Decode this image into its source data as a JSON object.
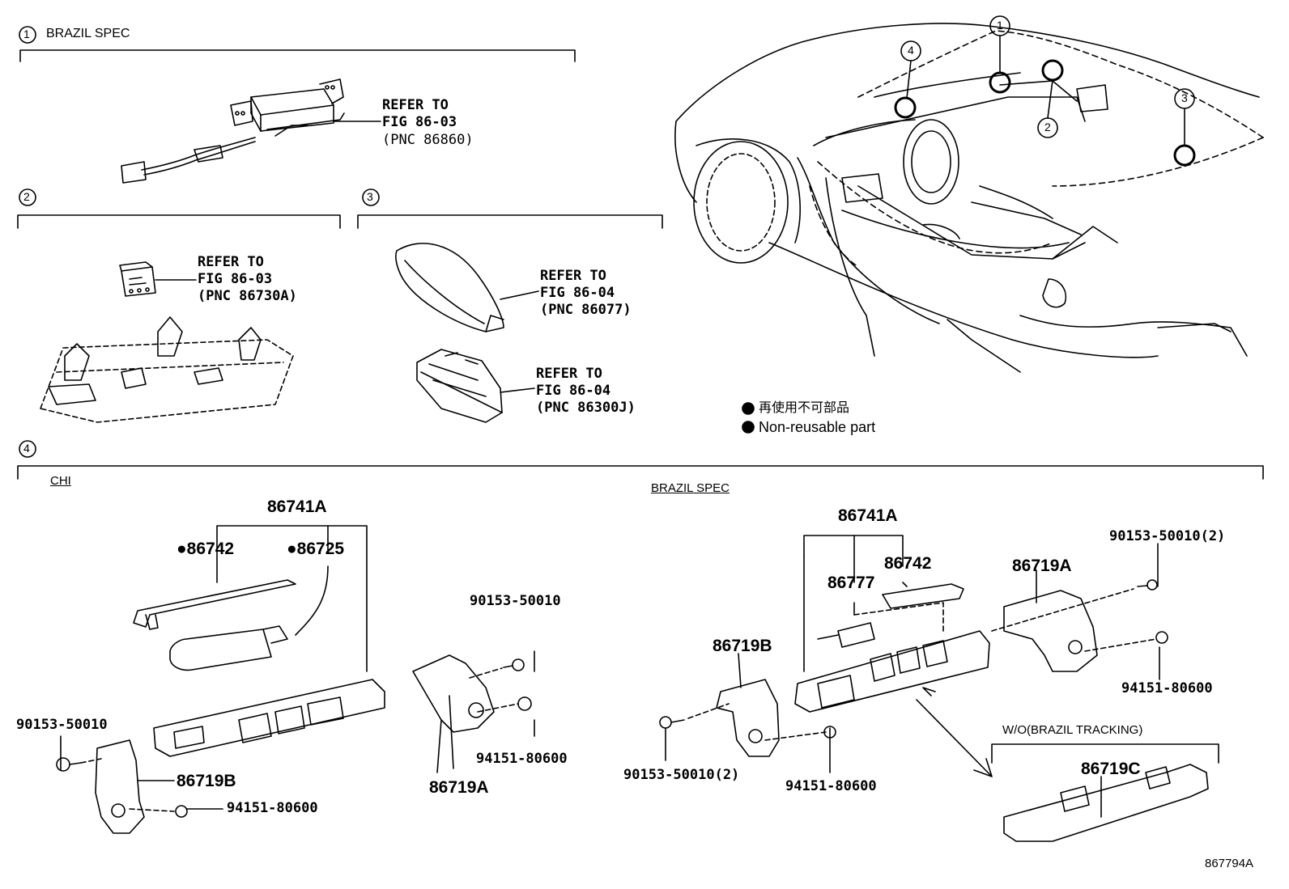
{
  "sections": {
    "s1": {
      "num": "1",
      "title": "BRAZIL SPEC"
    },
    "s2": {
      "num": "2"
    },
    "s3": {
      "num": "3"
    },
    "s4": {
      "num": "4",
      "sub_left": "CHI",
      "sub_right": "BRAZIL SPEC"
    }
  },
  "refs": {
    "r1": {
      "line1": "REFER TO",
      "line2": "FIG 86-03",
      "line3": "(PNC 86860)"
    },
    "r2": {
      "line1": "REFER TO",
      "line2": "FIG 86-03",
      "line3": "(PNC 86730A)"
    },
    "r3a": {
      "line1": "REFER TO",
      "line2": "FIG 86-04",
      "line3": "(PNC 86077)"
    },
    "r3b": {
      "line1": "REFER TO",
      "line2": "FIG 86-04",
      "line3": "(PNC 86300J)"
    }
  },
  "legend": {
    "japanese": "再使用不可部品",
    "english": "Non-reusable part"
  },
  "callouts": [
    "1",
    "2",
    "3",
    "4"
  ],
  "parts_left": {
    "p86741A": "86741A",
    "p86742": "●86742",
    "p86725": "●86725",
    "p90153_top": "90153-50010",
    "p90153_left": "90153-50010",
    "p86719B": "86719B",
    "p94151_left": "94151-80600",
    "p94151_mid": "94151-80600",
    "p86719A": "86719A"
  },
  "parts_right": {
    "p86741A": "86741A",
    "p86742": "86742",
    "p86777": "86777",
    "p86719A": "86719A",
    "p90153_top": "90153-50010(2)",
    "p94151_right": "94151-80600",
    "p86719B": "86719B",
    "p90153_bottom": "90153-50010(2)",
    "p94151_bottom": "94151-80600",
    "wo_label": "W/O(BRAZIL TRACKING)",
    "p86719C": "86719C"
  },
  "figure_id": "867794A"
}
